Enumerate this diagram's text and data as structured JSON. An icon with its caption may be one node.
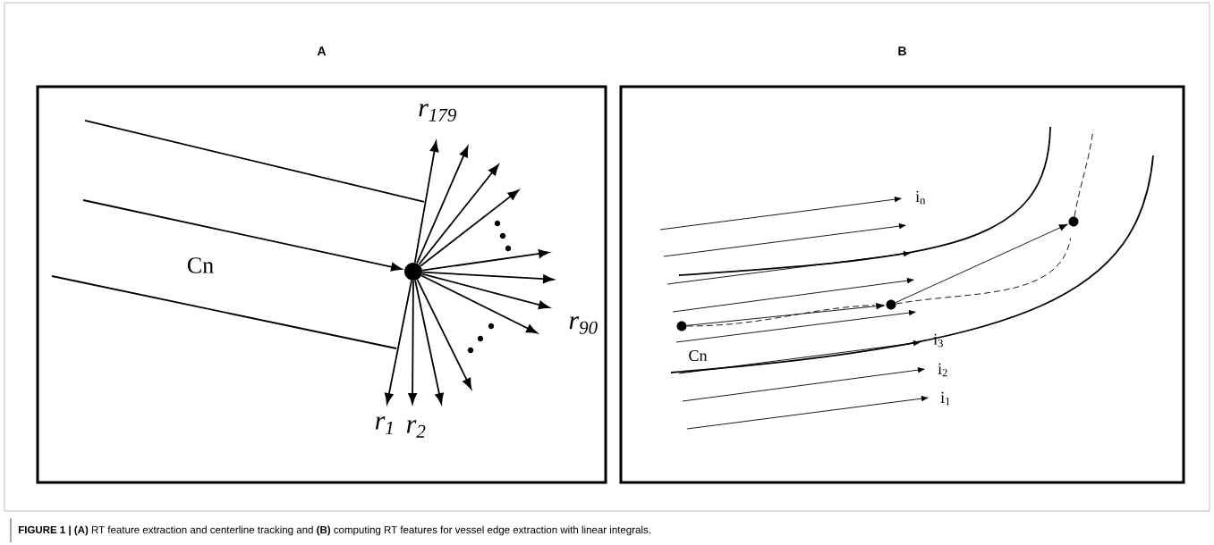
{
  "diagram": {
    "caption": "**FIGURE 1 | (A)** RT feature extraction and centerline tracking and **(B)** computing RT features for vessel edge extraction with linear integrals.",
    "nodes": [
      {
        "text": [
          "A"
        ]
      },
      {
        "text": [],
        "shape": "circle",
        "in": 0
      },
      {
        "text": [
          "B"
        ]
      },
      {
        "text": [],
        "shape": "circle",
        "in": 2
      },
      {
        "text": [],
        "shape": "circle",
        "in": 2
      },
      {
        "text": [],
        "shape": "circle",
        "in": 2
      }
    ],
    "edges": [
      {
        "from": null,
        "to": 1,
        "arrow": "to"
      },
      {
        "from": 1,
        "to": null,
        "arrow": "to"
      },
      {
        "from": 1,
        "to": null,
        "arrow": "to"
      },
      {
        "from": 1,
        "to": null,
        "arrow": "to"
      },
      {
        "from": 1,
        "to": null,
        "arrow": "to"
      },
      {
        "from": 1,
        "to": null,
        "arrow": "to"
      },
      {
        "from": 1,
        "to": null,
        "arrow": "to"
      },
      {
        "from": 1,
        "to": null,
        "arrow": "to"
      },
      {
        "from": 1,
        "to": null,
        "arrow": "to"
      },
      {
        "from": 1,
        "to": null,
        "arrow": "to"
      },
      {
        "from": 1,
        "to": null,
        "arrow": "to"
      },
      {
        "from": 1,
        "to": null,
        "arrow": "to"
      },
      {
        "from": 1,
        "to": null,
        "arrow": "to"
      },
      {
        "from": 3,
        "to": 4,
        "arrow": "to"
      },
      {
        "from": 4,
        "to": 5,
        "arrow": "to"
      },
      {
        "from": 3,
        "to": 4,
        "arrow": "none",
        "style": "dashed"
      },
      {
        "from": 4,
        "to": 5,
        "arrow": "none",
        "style": "dashed"
      },
      {
        "from": 5,
        "to": null,
        "arrow": "none",
        "style": "dashed"
      }
    ],
    "labels": [
      "Cn",
      "r$_{179}$",
      "r$_{90}$",
      "r$_{1}$",
      "r$_{2}$",
      "i$_{n}$",
      "i$_{3}$",
      "Cn",
      "i$_{2}$",
      "i$_{1}$"
    ]
  }
}
